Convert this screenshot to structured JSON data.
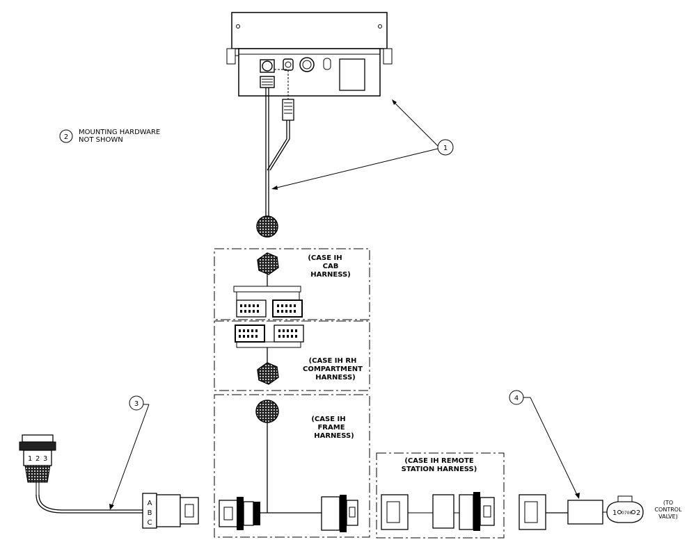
{
  "notes": {
    "mounting_1": "MOUNTING HARDWARE",
    "mounting_2": "NOT SHOWN"
  },
  "callouts": [
    "1",
    "2",
    "3",
    "4"
  ],
  "harness_labels": {
    "cab": [
      "(CASE IH",
      "CAB",
      "HARNESS)"
    ],
    "rh": [
      "(CASE IH RH",
      "COMPARTMENT",
      "HARNESS)"
    ],
    "frame": [
      "(CASE IH",
      "FRAME",
      "HARNESS)"
    ],
    "remote": [
      "(CASE IH REMOTE",
      "STATION HARNESS)"
    ]
  },
  "control_valve": [
    "(TO",
    "CONTROL",
    "VALVE)"
  ],
  "connector_pins": [
    "A",
    "B",
    "C"
  ],
  "cable_pins": [
    "1",
    "2",
    "3"
  ],
  "valve_pins": {
    "left": "1",
    "right": "2",
    "code": "0706"
  }
}
